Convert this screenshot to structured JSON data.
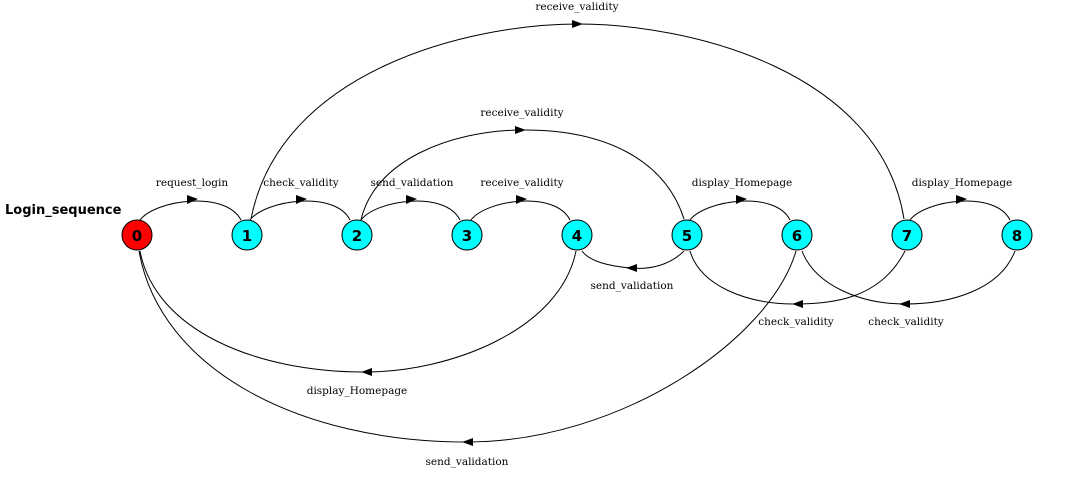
{
  "diagram": {
    "title": "Login_sequence",
    "colors": {
      "initial_state": "#ff0000",
      "state": "#00ffff",
      "edge": "#000000"
    },
    "states": [
      {
        "id": "s0",
        "label": "0",
        "kind": "initial"
      },
      {
        "id": "s1",
        "label": "1",
        "kind": "state"
      },
      {
        "id": "s2",
        "label": "2",
        "kind": "state"
      },
      {
        "id": "s3",
        "label": "3",
        "kind": "state"
      },
      {
        "id": "s4",
        "label": "4",
        "kind": "state"
      },
      {
        "id": "s5",
        "label": "5",
        "kind": "state"
      },
      {
        "id": "s6",
        "label": "6",
        "kind": "state"
      },
      {
        "id": "s7",
        "label": "7",
        "kind": "state"
      },
      {
        "id": "s8",
        "label": "8",
        "kind": "state"
      }
    ],
    "transitions": [
      {
        "id": "e0_1",
        "from": "0",
        "to": "1",
        "label": "request_login"
      },
      {
        "id": "e1_2",
        "from": "1",
        "to": "2",
        "label": "check_validity"
      },
      {
        "id": "e2_3",
        "from": "2",
        "to": "3",
        "label": "send_validation"
      },
      {
        "id": "e3_4",
        "from": "3",
        "to": "4",
        "label": "receive_validity"
      },
      {
        "id": "e5_6",
        "from": "5",
        "to": "6",
        "label": "display_Homepage"
      },
      {
        "id": "e7_8",
        "from": "7",
        "to": "8",
        "label": "display_Homepage"
      },
      {
        "id": "e1_7",
        "from": "1",
        "to": "7",
        "label": "receive_validity"
      },
      {
        "id": "e2_5",
        "from": "2",
        "to": "5",
        "label": "receive_validity"
      },
      {
        "id": "e5_4",
        "from": "5",
        "to": "4",
        "label": "send_validation"
      },
      {
        "id": "e7_5",
        "from": "7",
        "to": "5",
        "label": "check_validity"
      },
      {
        "id": "e8_6",
        "from": "8",
        "to": "6",
        "label": "check_validity"
      },
      {
        "id": "e4_0",
        "from": "4",
        "to": "0",
        "label": "display_Homepage"
      },
      {
        "id": "e6_0",
        "from": "6",
        "to": "0",
        "label": "send_validation"
      }
    ]
  }
}
